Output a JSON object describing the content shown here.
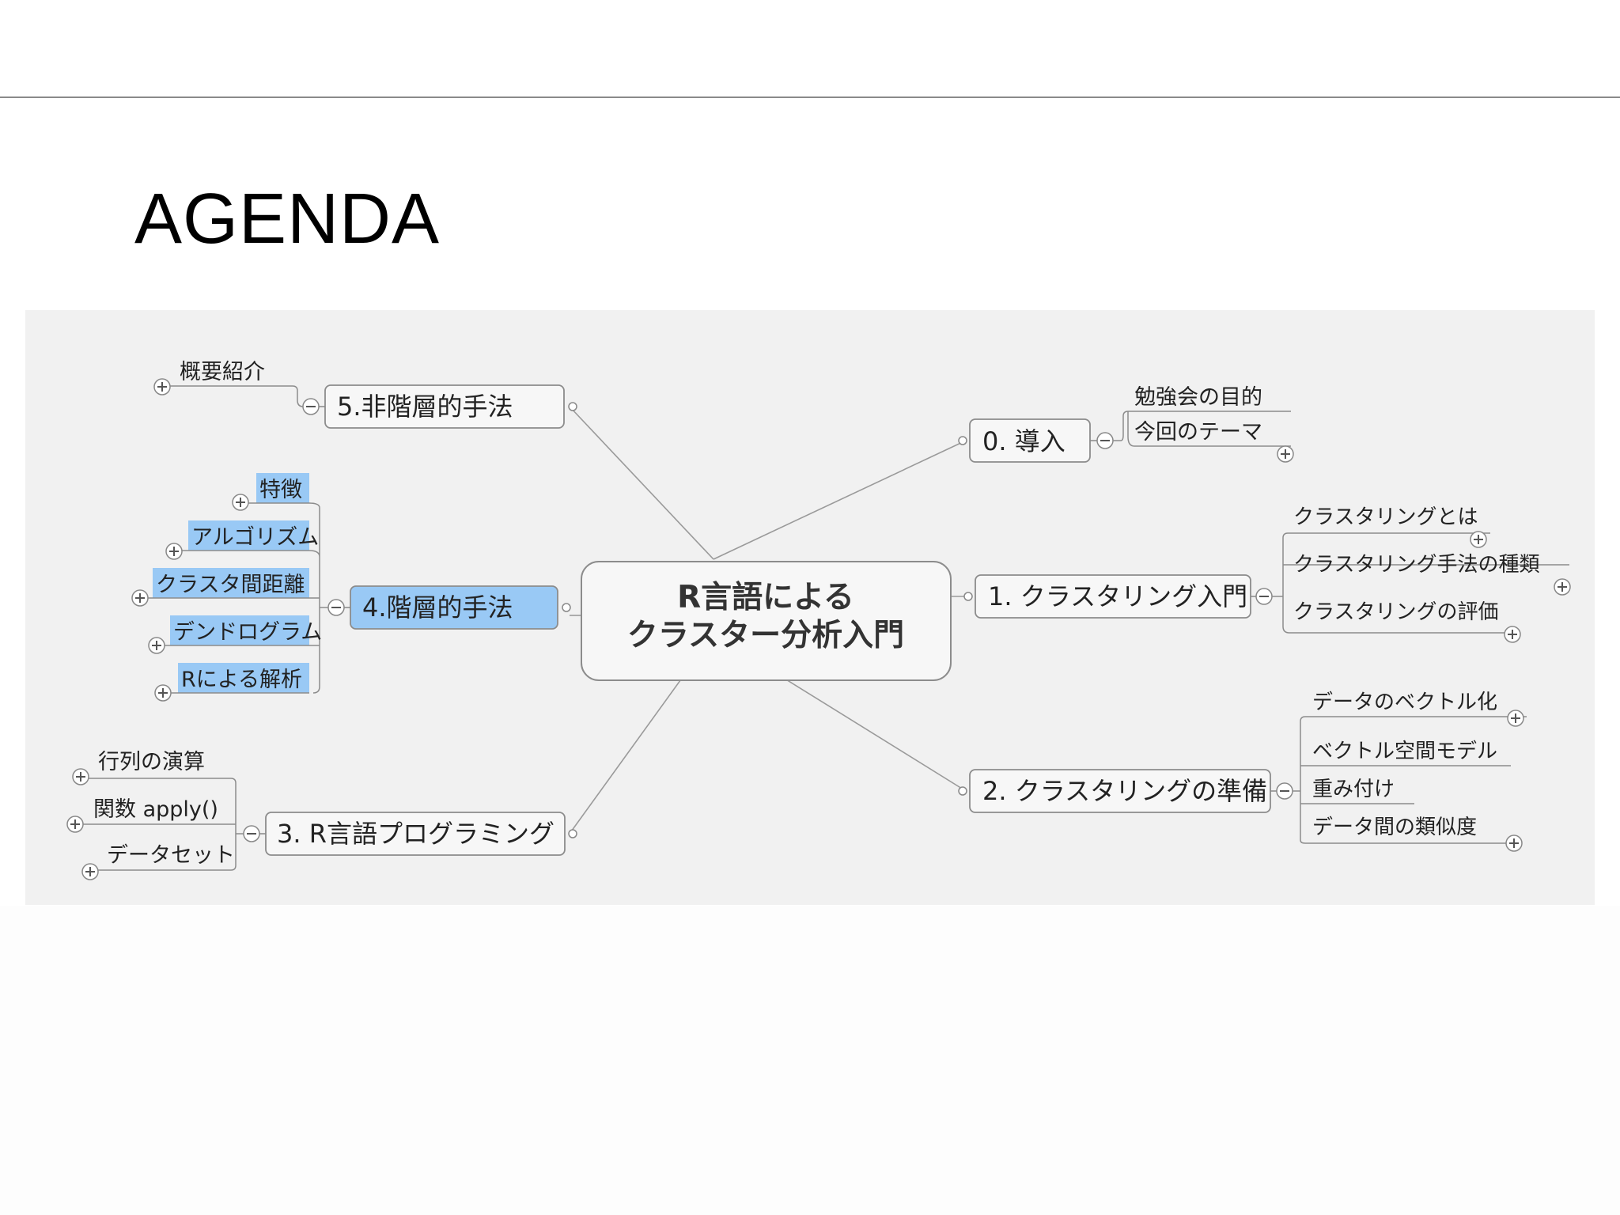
{
  "slide": {
    "title": "AGENDA"
  },
  "mindmap": {
    "root": {
      "lines": [
        "R言語による",
        "クラスター分析入門"
      ]
    },
    "branches": [
      {
        "label": "0. 導入",
        "children": [
          {
            "label": "勉強会の目的"
          },
          {
            "label": "今回のテーマ"
          }
        ]
      },
      {
        "label": "1. クラスタリング入門",
        "children": [
          {
            "label": "クラスタリングとは"
          },
          {
            "label": "クラスタリング手法の種類"
          },
          {
            "label": "クラスタリングの評価"
          }
        ]
      },
      {
        "label": "2. クラスタリングの準備",
        "children": [
          {
            "label": "データのベクトル化"
          },
          {
            "label": "ベクトル空間モデル"
          },
          {
            "label": "重み付け"
          },
          {
            "label": "データ間の類似度"
          }
        ]
      },
      {
        "label": "3. R言語プログラミング",
        "children": [
          {
            "label": "行列の演算"
          },
          {
            "label": "関数 apply()"
          },
          {
            "label": "データセット"
          }
        ]
      },
      {
        "label": "4.階層的手法",
        "highlighted": true,
        "children": [
          {
            "label": "特徴"
          },
          {
            "label": "アルゴリズム"
          },
          {
            "label": "クラスタ間距離"
          },
          {
            "label": "デンドログラム"
          },
          {
            "label": "Rによる解析"
          }
        ]
      },
      {
        "label": "5.非階層的手法",
        "children": [
          {
            "label": "概要紹介"
          }
        ]
      }
    ]
  },
  "colors": {
    "highlight": "#99c9f5",
    "canvas_bg": "#f1f1f1",
    "node_border": "#8c8c8c"
  }
}
